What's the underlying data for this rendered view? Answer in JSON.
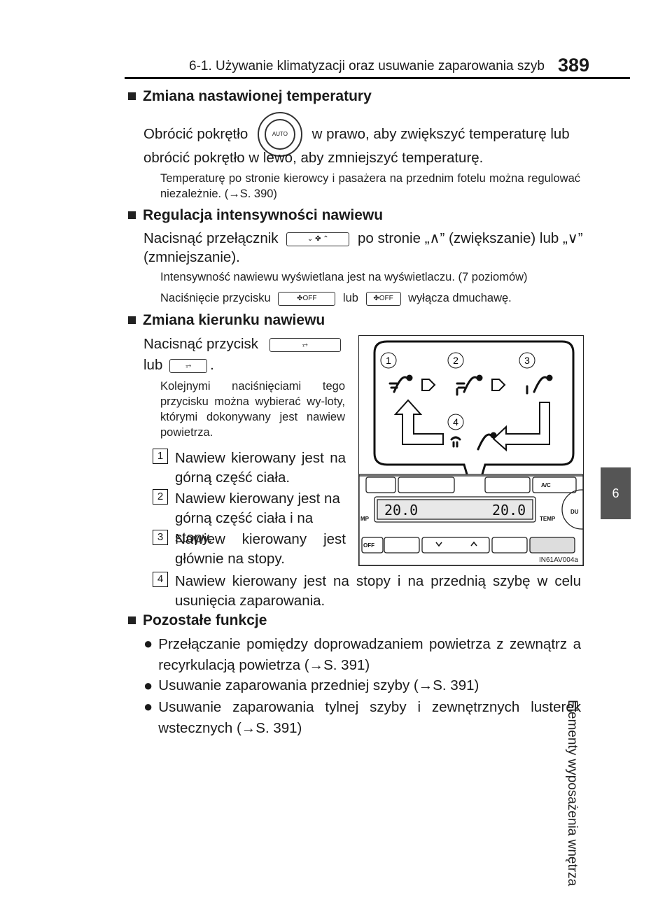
{
  "header": {
    "chapter_title": "6-1. Używanie klimatyzacji oraz usuwanie zaparowania szyb",
    "page_number": "389"
  },
  "side_tab": {
    "number": "6",
    "label": "Elementy wyposażenia wnętrza"
  },
  "section1": {
    "title": "Zmiana nastawionej temperatury",
    "line1a": "Obrócić pokrętło",
    "line1b": "w prawo, aby zwiększyć temperaturę lub",
    "line2": "obrócić pokrętło w lewo, aby zmniejszyć temperaturę.",
    "note": "Temperaturę po stronie kierowcy i pasażera na przednim fotelu można regulować niezależnie. (→S. 390)",
    "knob_label": "AUTO"
  },
  "section2": {
    "title": "Regulacja intensywności nawiewu",
    "line1a": "Nacisnąć przełącznik",
    "line1b": "po stronie „∧” (zwiększanie) lub „∨”",
    "line2": "(zmniejszanie).",
    "note1": "Intensywność nawiewu wyświetlana jest na wyświetlaczu. (7 poziomów)",
    "note2a": "Naciśnięcie przycisku",
    "note2b": "lub",
    "note2c": "wyłącza dmuchawę.",
    "off_label": "OFF"
  },
  "section3": {
    "title": "Zmiana kierunku nawiewu",
    "line1": "Nacisnąć przycisk",
    "line2": "lub",
    "note": "Kolejnymi naciśnięciami tego przycisku można wybierać wy-loty, którymi dokonywany jest nawiew powietrza.",
    "items": [
      {
        "num": "1",
        "text": "Nawiew kierowany jest na górną część ciała."
      },
      {
        "num": "2",
        "text": "Nawiew kierowany jest na górną część ciała i na stopy."
      },
      {
        "num": "3",
        "text": "Nawiew kierowany jest głównie na stopy."
      },
      {
        "num": "4",
        "text": "Nawiew kierowany jest na stopy i na przednią szybę w celu usunięcia zaparowania."
      }
    ]
  },
  "figure": {
    "callouts": [
      "1",
      "2",
      "3",
      "4"
    ],
    "temp_left": "20.0",
    "temp_right": "20.0",
    "ac_label": "A/C",
    "temp_label_left": "MP",
    "temp_label_right": "TEMP",
    "off_label": "OFF",
    "dual_label": "DU",
    "figure_id": "IN61AV004a"
  },
  "section4": {
    "title": "Pozostałe funkcje",
    "bullets": [
      "Przełączanie pomiędzy doprowadzaniem powietrza z zewnątrz a recyrkulacją powietrza (→S. 391)",
      "Usuwanie zaparowania przedniej szyby (→S. 391)",
      "Usuwanie zaparowania tylnej szyby i zewnętrznych lusterek wstecznych (→S. 391)"
    ]
  }
}
